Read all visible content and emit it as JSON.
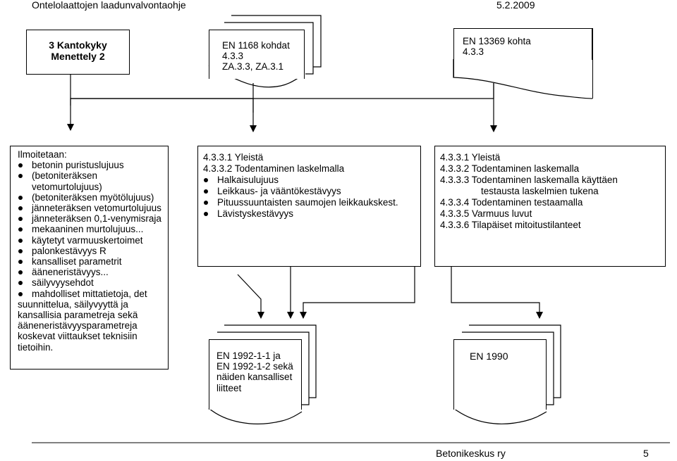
{
  "header": {
    "title": "Ontelolaattojen laadunvalvontaohje",
    "date": "5.2.2009"
  },
  "footer": {
    "org": "Betonikeskus ry",
    "page": "5"
  },
  "boxes": {
    "kantokyky": {
      "line1": "3 Kantokyky",
      "line2": "Menettely 2"
    },
    "en1168": {
      "line1": "EN 1168 kohdat",
      "line2": "4.3.3",
      "line3": "ZA.3.3, ZA.3.1"
    },
    "en13369": {
      "line1": "EN 13369 kohta",
      "line2": "4.3.3"
    },
    "ilmoitetaan": {
      "heading": "Ilmoitetaan:",
      "items": [
        "betonin puristuslujuus",
        "(betoniteräksen vetomurtolujuus)",
        "(betoniteräksen myötölujuus)",
        "jänneteräksen vetomurtolujuus",
        "jänneteräksen 0,1-venymisraja",
        "mekaaninen murtolujuus...",
        "käytetyt varmuuskertoimet",
        "palonkestävyys R",
        "kansalliset parametrit",
        "ääneneristävyys...",
        "säilyvyysehdot",
        "mahdolliset mittatietoja, det",
        "suunnittelua, säilyvyyttä ja",
        "kansallisia parametreja sekä",
        "ääneneristävyysparametreja",
        "koskevat viittaukset teknisiin",
        "tietoihin."
      ]
    },
    "middle": {
      "line1": "4.3.3.1 Yleistä",
      "line2": "4.3.3.2 Todentaminen laskelmalla",
      "items": [
        "Halkaisulujuus",
        "Leikkaus- ja vääntökestävyys",
        "Pituussuuntaisten saumojen leikkaukskest.",
        "Lävistyskestävyys"
      ]
    },
    "right": {
      "lines": [
        "4.3.3.1 Yleistä",
        "4.3.3.2 Todentaminen laskemalla",
        "4.3.3.3 Todentaminen laskemalla käyttäen",
        "testausta laskelmien tukena",
        "4.3.3.4 Todentaminen testaamalla",
        "4.3.3.5 Varmuus luvut",
        "4.3.3.6 Tilapäiset mitoitustilanteet"
      ]
    },
    "en1992": {
      "line1": "EN 1992-1-1 ja",
      "line2": "EN 1992-1-2 sekä",
      "line3": "näiden kansalliset",
      "line4": "liitteet"
    },
    "en1990": {
      "line1": "EN 1990"
    }
  }
}
